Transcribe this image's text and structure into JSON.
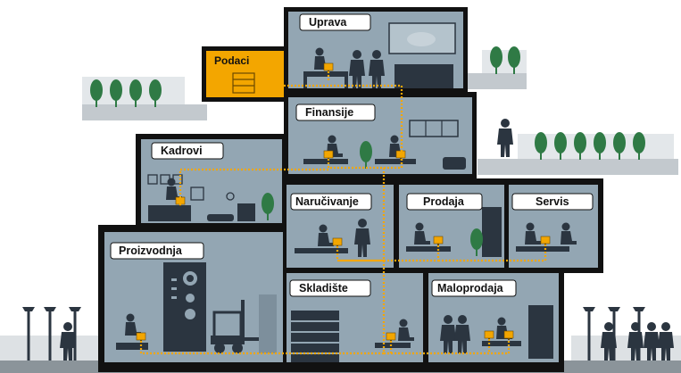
{
  "rooms": {
    "uprava": "Uprava",
    "podaci": "Podaci",
    "finansije": "Finansije",
    "kadrovi": "Kadrovi",
    "narucivanje": "Naručivanje",
    "prodaja": "Prodaja",
    "servis": "Servis",
    "proizvodnja": "Proizvodnja",
    "skladiste": "Skladište",
    "maloprodaja": "Maloprodaja"
  },
  "colors": {
    "building": "#111111",
    "room": "#93a6b3",
    "silhouette": "#2b3540",
    "data_center": "#f3a600",
    "network_line": "#f3a600",
    "terrace": "#c9cfd4",
    "tree": "#2f7a45",
    "ground": "#8b949a"
  },
  "icons": [
    "person-icon",
    "computer-icon",
    "tree-icon",
    "street-lamp-icon",
    "forklift-icon",
    "server-icon"
  ]
}
